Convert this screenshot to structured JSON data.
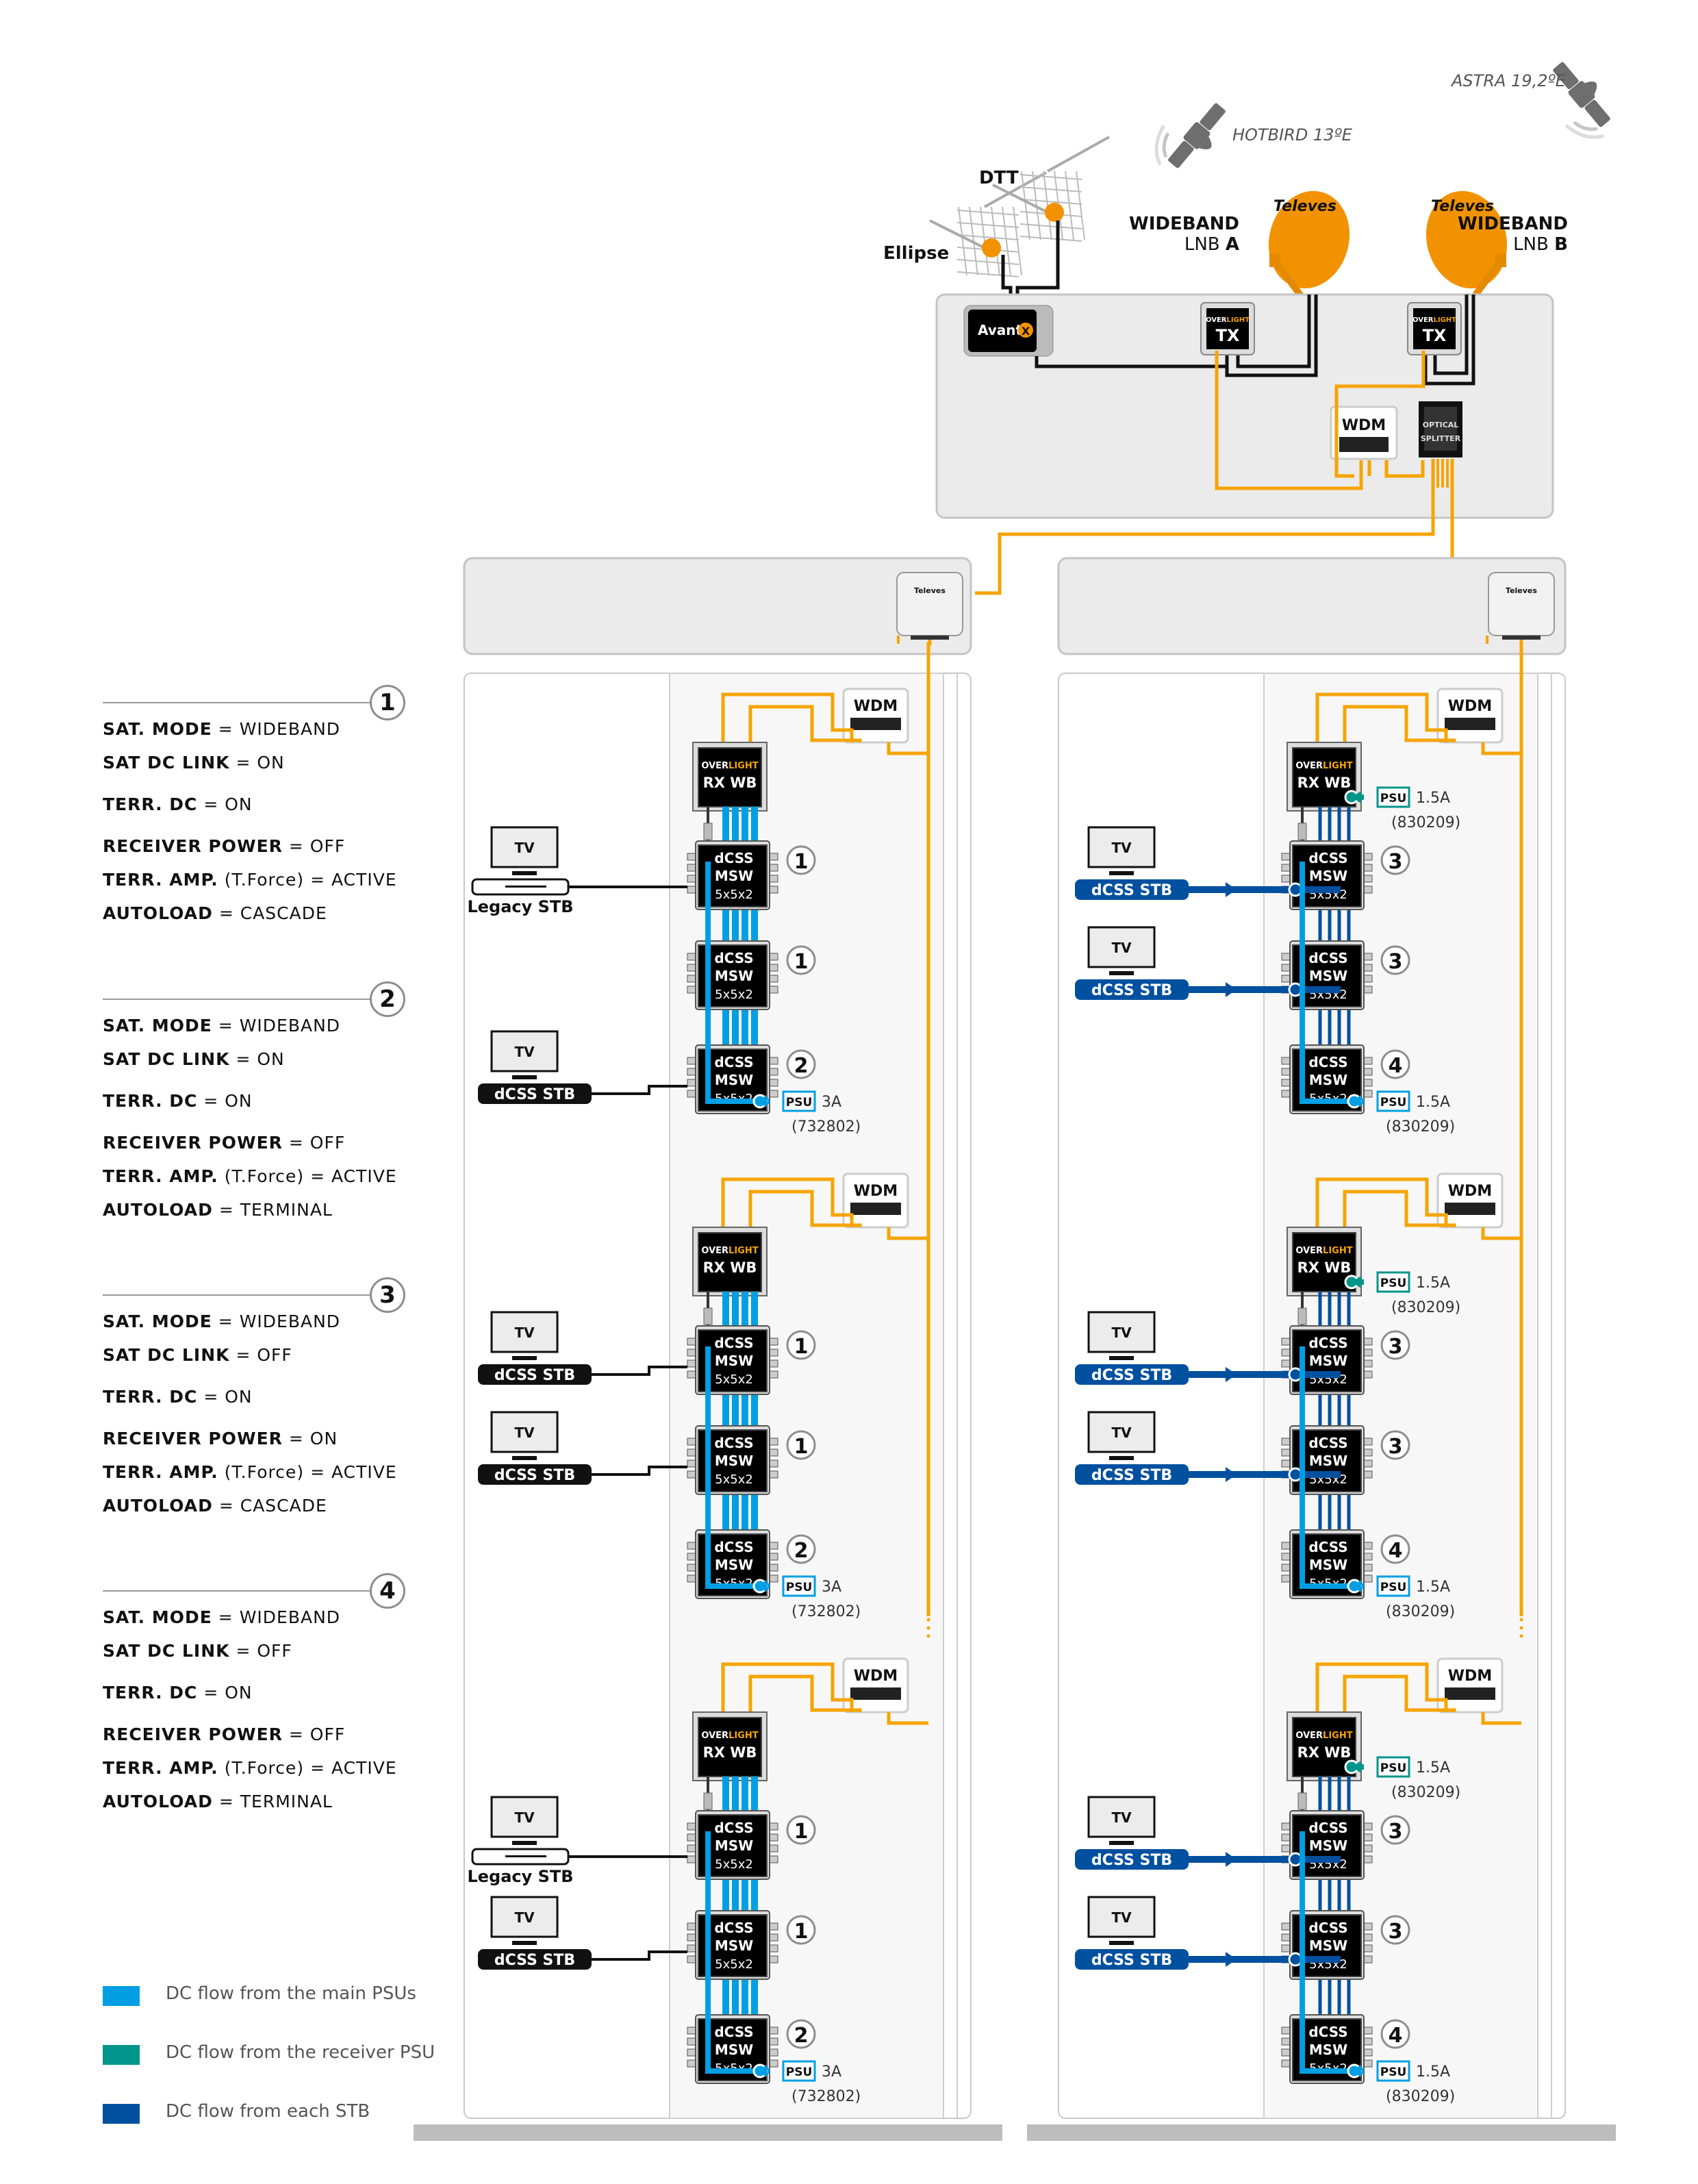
{
  "colors": {
    "fiber": "#f6a400",
    "coax": "#111111",
    "dc_main": "#009fe3",
    "dc_receiver": "#00958a",
    "dc_stb": "#0050a0",
    "panel": "#ebebeb",
    "panel_border": "#c4c4c4",
    "column_bg": "#f7f7f7",
    "dish": "#f39200",
    "satellite": "#6e6e6e",
    "device": "#000000",
    "floor": "#bdbdbd"
  },
  "headend": {
    "satellites": [
      {
        "label": "HOTBIRD 13ºE"
      },
      {
        "label": "ASTRA 19,2ºE"
      }
    ],
    "antennas": {
      "top_label": "DTT",
      "side_label": "Ellipse"
    },
    "dishes": [
      {
        "label_line1": "WIDEBAND",
        "label_line2_prefix": "LNB ",
        "label_line2_bold": "A",
        "brand": "Televes"
      },
      {
        "label_line1": "WIDEBAND",
        "label_line2_prefix": "LNB ",
        "label_line2_bold": "B",
        "brand": "Televes"
      }
    ],
    "amplifier": {
      "brand": "Avant",
      "model_glyph": "X"
    },
    "transmitters": [
      {
        "brand_a": "OVER",
        "brand_b": "LIGHT",
        "label": "TX"
      },
      {
        "brand_a": "OVER",
        "brand_b": "LIGHT",
        "label": "TX"
      }
    ],
    "wdm_label": "WDM",
    "splitter_line1": "OPTICAL",
    "splitter_line2": "SPLITTER"
  },
  "distribution_box_brand": "Televes",
  "configs": [
    {
      "number": "1",
      "lines": [
        {
          "key": "SAT. MODE",
          "value": "WIDEBAND"
        },
        {
          "key": "SAT DC LINK",
          "value": "ON"
        },
        {
          "key": "TERR. DC",
          "value": "ON"
        },
        {
          "key": "RECEIVER POWER",
          "value": "OFF"
        },
        {
          "key": "TERR. AMP.",
          "extra": "(T.Force)",
          "value": "ACTIVE"
        },
        {
          "key": "AUTOLOAD",
          "value": "CASCADE"
        }
      ]
    },
    {
      "number": "2",
      "lines": [
        {
          "key": "SAT. MODE",
          "value": "WIDEBAND"
        },
        {
          "key": "SAT DC LINK",
          "value": "ON"
        },
        {
          "key": "TERR. DC",
          "value": "ON"
        },
        {
          "key": "RECEIVER POWER",
          "value": "OFF"
        },
        {
          "key": "TERR. AMP.",
          "extra": "(T.Force)",
          "value": "ACTIVE"
        },
        {
          "key": "AUTOLOAD",
          "value": "TERMINAL"
        }
      ]
    },
    {
      "number": "3",
      "lines": [
        {
          "key": "SAT. MODE",
          "value": "WIDEBAND"
        },
        {
          "key": "SAT DC LINK",
          "value": "OFF"
        },
        {
          "key": "TERR. DC",
          "value": "ON"
        },
        {
          "key": "RECEIVER POWER",
          "value": "ON"
        },
        {
          "key": "TERR. AMP.",
          "extra": "(T.Force)",
          "value": "ACTIVE"
        },
        {
          "key": "AUTOLOAD",
          "value": "CASCADE"
        }
      ]
    },
    {
      "number": "4",
      "lines": [
        {
          "key": "SAT. MODE",
          "value": "WIDEBAND"
        },
        {
          "key": "SAT DC LINK",
          "value": "OFF"
        },
        {
          "key": "TERR. DC",
          "value": "ON"
        },
        {
          "key": "RECEIVER POWER",
          "value": "OFF"
        },
        {
          "key": "TERR. AMP.",
          "extra": "(T.Force)",
          "value": "ACTIVE"
        },
        {
          "key": "AUTOLOAD",
          "value": "TERMINAL"
        }
      ]
    }
  ],
  "device_labels": {
    "receiver_brand_a": "OVER",
    "receiver_brand_b": "LIGHT",
    "receiver_model": "RX WB",
    "msw_line1": "dCSS",
    "msw_line2": "MSW",
    "msw_line3": "5x5x2",
    "wdm": "WDM",
    "tv": "TV",
    "legacy_stb": "Legacy STB",
    "dcss_stb": "dCSS STB",
    "psu": "PSU"
  },
  "columns": [
    {
      "name": "left-building",
      "floors": [
        {
          "receiver_psu": null,
          "switches": [
            {
              "config": "1",
              "stb": "legacy"
            },
            {
              "config": "1",
              "stb": null
            },
            {
              "config": "2",
              "stb": "dcss",
              "psu": {
                "current": "3A",
                "ref": "(732802)"
              }
            }
          ]
        },
        {
          "receiver_psu": null,
          "switches": [
            {
              "config": "1",
              "stb": "dcss"
            },
            {
              "config": "1",
              "stb": "dcss"
            },
            {
              "config": "2",
              "stb": null,
              "psu": {
                "current": "3A",
                "ref": "(732802)"
              }
            }
          ]
        },
        {
          "receiver_psu": null,
          "switches": [
            {
              "config": "1",
              "stb": "legacy"
            },
            {
              "config": "1",
              "stb": "dcss"
            },
            {
              "config": "2",
              "stb": null,
              "psu": {
                "current": "3A",
                "ref": "(732802)"
              }
            }
          ]
        }
      ]
    },
    {
      "name": "right-building",
      "floors": [
        {
          "receiver_psu": {
            "current": "1.5A",
            "ref": "(830209)"
          },
          "switches": [
            {
              "config": "3",
              "stb": "dcss-powered"
            },
            {
              "config": "3",
              "stb": "dcss-powered"
            },
            {
              "config": "4",
              "stb": null,
              "psu": {
                "current": "1.5A",
                "ref": "(830209)"
              }
            }
          ]
        },
        {
          "receiver_psu": {
            "current": "1.5A",
            "ref": "(830209)"
          },
          "switches": [
            {
              "config": "3",
              "stb": "dcss-powered"
            },
            {
              "config": "3",
              "stb": "dcss-powered"
            },
            {
              "config": "4",
              "stb": null,
              "psu": {
                "current": "1.5A",
                "ref": "(830209)"
              }
            }
          ]
        },
        {
          "receiver_psu": {
            "current": "1.5A",
            "ref": "(830209)"
          },
          "switches": [
            {
              "config": "3",
              "stb": "dcss-powered"
            },
            {
              "config": "3",
              "stb": "dcss-powered"
            },
            {
              "config": "4",
              "stb": null,
              "psu": {
                "current": "1.5A",
                "ref": "(830209)"
              }
            }
          ]
        }
      ]
    }
  ],
  "legend": [
    {
      "label": "DC flow from the main PSUs",
      "color": "#009fe3"
    },
    {
      "label": "DC flow from the receiver PSU",
      "color": "#00958a"
    },
    {
      "label": "DC flow from each STB",
      "color": "#0050a0"
    }
  ]
}
